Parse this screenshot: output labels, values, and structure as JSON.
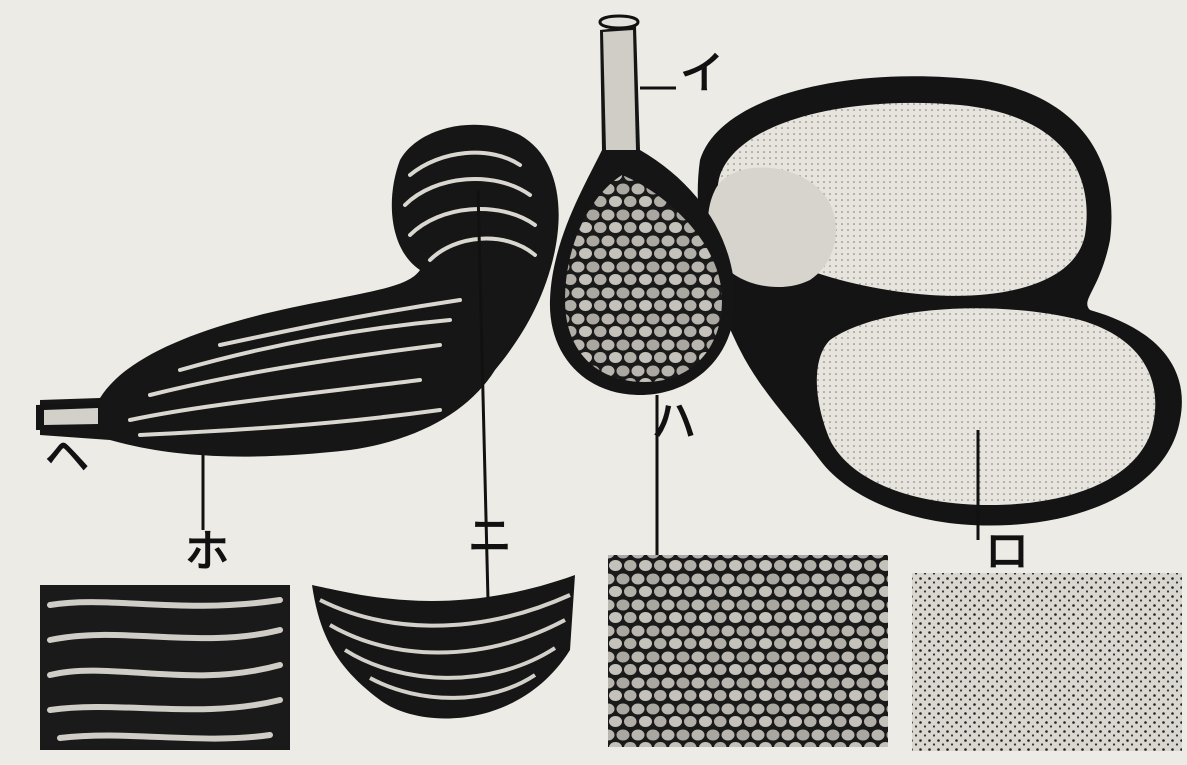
{
  "labels": {
    "i": "イ",
    "ro": "ロ",
    "ha": "ハ",
    "ni": "ニ",
    "ho": "ホ",
    "he": "ヘ"
  },
  "colors": {
    "paper": "#ecebe6",
    "ink": "#141414",
    "light_tissue": "#dcdad3"
  }
}
